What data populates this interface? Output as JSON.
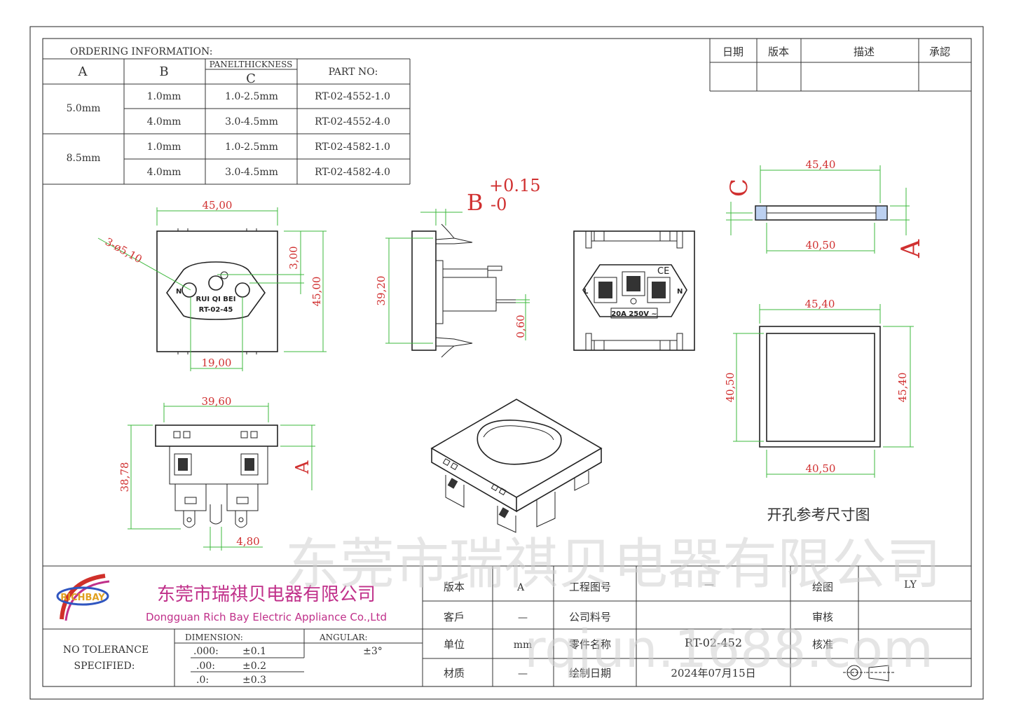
{
  "ordering": {
    "title": "ORDERING INFORMATION:",
    "col_a": "A",
    "col_b": "B",
    "col_c_top": "PANELTHICKNESS",
    "col_c": "C",
    "col_part": "PART NO:",
    "rows": [
      {
        "a": "5.0mm",
        "b": "1.0mm",
        "c": "1.0-2.5mm",
        "part": "RT-02-4552-1.0"
      },
      {
        "a": "",
        "b": "4.0mm",
        "c": "3.0-4.5mm",
        "part": "RT-02-4552-4.0"
      },
      {
        "a": "8.5mm",
        "b": "1.0mm",
        "c": "1.0-2.5mm",
        "part": "RT-02-4582-1.0"
      },
      {
        "a": "",
        "b": "4.0mm",
        "c": "3.0-4.5mm",
        "part": "RT-02-4582-4.0"
      }
    ]
  },
  "revision": {
    "date": "日期",
    "version": "版本",
    "description": "描述",
    "approve": "承認"
  },
  "dims": {
    "front_width": "45,00",
    "holes": "3-ø5,10",
    "pin_offset": "3,00",
    "front_height": "45,00",
    "pin_span": "19,00",
    "side_b": "B",
    "tol_plus": "+0.15",
    "tol_minus": "-0",
    "side_height": "39,20",
    "pin_thick": "0,60",
    "bottom_width": "39,60",
    "bottom_height": "38,78",
    "bottom_a": "A",
    "pin_pitch": "4,80",
    "panel_top_width": "45,40",
    "panel_bottom_width": "40,50",
    "panel_c": "C",
    "panel_a": "A",
    "cut_top": "45,40",
    "cut_left": "40,50",
    "cut_right": "45,40",
    "cut_bottom": "40,50",
    "cut_caption": "开孔参考尺寸图"
  },
  "socket_marks": {
    "brand": "RUI QI BEI",
    "model": "RT-02-45",
    "n": "N",
    "l": "L",
    "rating": "20A 250V ~",
    "ce": "CE"
  },
  "company": {
    "logo_text": "RICHBAY",
    "name_cn": "东莞市瑞祺贝电器有限公司",
    "name_en": "Dongguan Rich Bay Electric Appliance Co.,Ltd"
  },
  "tolerance": {
    "label1": "NO TOLERANCE",
    "label2": "SPECIFIED:",
    "dimension": "DIMENSION:",
    "angular": "ANGULAR:",
    "r1a": ".000:",
    "r1b": "±0.1",
    "r2a": ".00:",
    "r2b": "±0.2",
    "r3a": ".0:",
    "r3b": "±0.3",
    "ang": "±3°"
  },
  "titleblock": {
    "version_label": "版本",
    "version_value": "A",
    "drawing_no_label": "工程图号",
    "drawing_no_value": "—",
    "drawn_label": "绘图",
    "drawn_value": "LY",
    "customer_label": "客戶",
    "customer_value": "—",
    "part_code_label": "公司料号",
    "part_code_value": "",
    "review_label": "审核",
    "unit_label": "单位",
    "unit_value": "mm",
    "part_name_label": "零件名称",
    "part_name_value": "RT-02-452",
    "approve_label": "核准",
    "material_label": "材质",
    "material_value": "—",
    "date_label": "绘制日期",
    "date_value": "2024年07月15日"
  },
  "watermark": {
    "company": "东莞市瑞祺贝电器有限公司",
    "site": "rqjun.1688.com"
  },
  "colors": {
    "dimension_text": "#d03030",
    "dimension_line": "#3db83d",
    "outline": "#222222",
    "logo": "#c0308a"
  }
}
